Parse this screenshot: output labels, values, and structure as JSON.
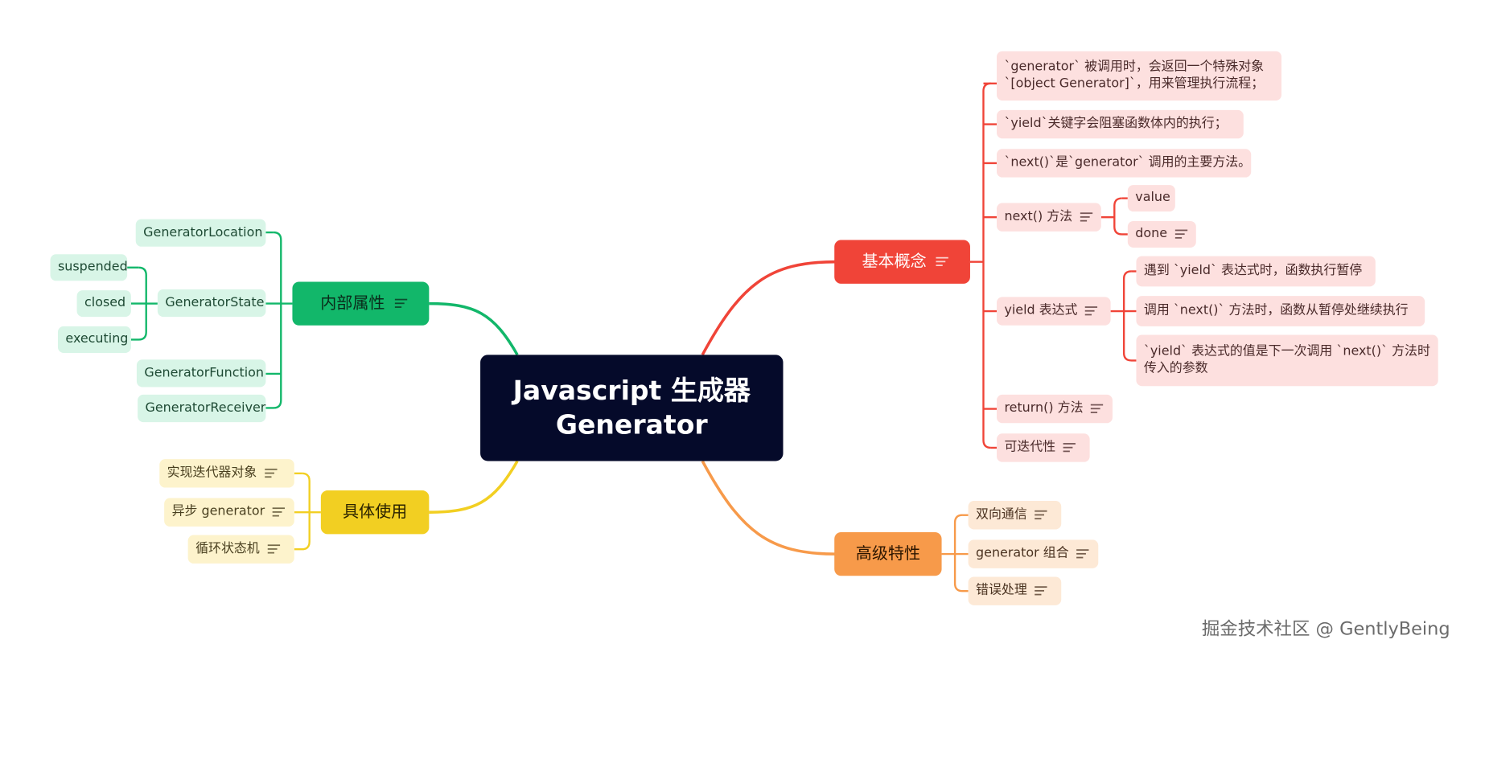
{
  "colors": {
    "root": "#050a2a",
    "red": "#f04438",
    "green": "#12b76a",
    "yellow": "#f2cf22",
    "orange": "#f79a4a"
  },
  "root": {
    "line1": "Javascript 生成器",
    "line2": "Generator"
  },
  "branches": {
    "basics": {
      "label": "基本概念",
      "items": {
        "obj": "`generator` 被调用时，会返回一个特殊对象 `[object Generator]`，用来管理执行流程；",
        "yield_block": "`yield`关键字会阻塞函数体内的执行；",
        "next_main": "`next()`是`generator` 调用的主要方法。",
        "next_method": "next() 方法",
        "value": "value",
        "done": "done",
        "yield_expr": "yield 表达式",
        "yield_pause": "遇到 `yield` 表达式时，函数执行暂停",
        "next_resume": "调用 `next()` 方法时，函数从暂停处继续执行",
        "yield_value": "`yield` 表达式的值是下一次调用 `next()` 方法时传入的参数",
        "return_method": "return() 方法",
        "iterable": "可迭代性"
      }
    },
    "internal": {
      "label": "内部属性",
      "items": {
        "location": "GeneratorLocation",
        "state": "GeneratorState",
        "suspended": "suspended",
        "closed": "closed",
        "executing": "executing",
        "function": "GeneratorFunction",
        "receiver": "GeneratorReceiver"
      }
    },
    "usage": {
      "label": "具体使用",
      "items": {
        "iterator": "实现迭代器对象",
        "async": "异步 generator",
        "state_machine": "循环状态机"
      }
    },
    "advanced": {
      "label": "高级特性",
      "items": {
        "two_way": "双向通信",
        "compose": "generator 组合",
        "error": "错误处理"
      }
    }
  },
  "watermark": "掘金技术社区 @ GentlyBeing"
}
